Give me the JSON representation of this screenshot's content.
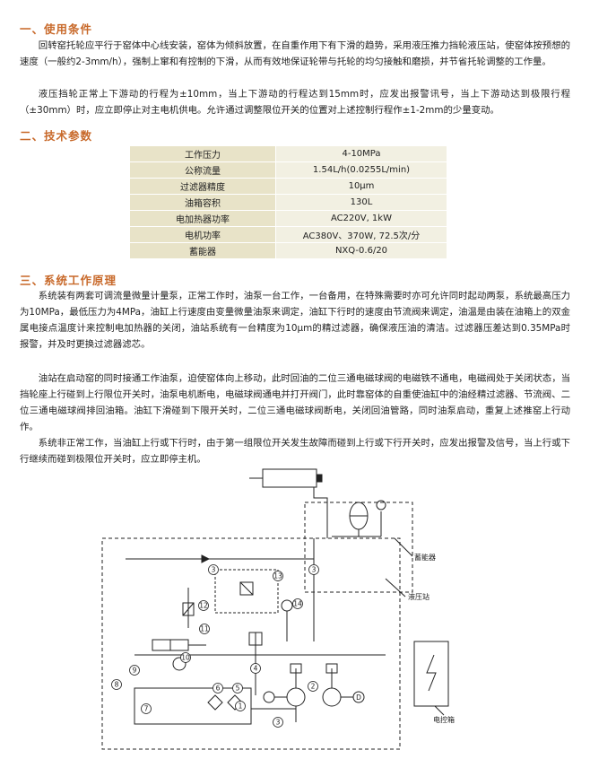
{
  "sections": {
    "s1": {
      "title": "一、使用条件",
      "p1": "回转窑托轮应平行于窑体中心线安装，窑体为倾斜放置，在自重作用下有下滑的趋势，采用液压推力挡轮液压站，使窑体按预想的速度（一般约2-3mm/h），强制上窜和有控制的下滑，从而有效地保证轮带与托轮的均匀接触和磨损，并节省托轮调整的工作量。",
      "p2": "液压挡轮正常上下游动的行程为±10mm，当上下游动的行程达到15mm时，应发出报警讯号，当上下游动达到极限行程（±30mm）时，应立即停止对主电机供电。允许通过调整限位开关的位置对上述控制行程作±1-2mm的少量变动。"
    },
    "s2": {
      "title": "二、技术参数",
      "rows": [
        {
          "k": "工作压力",
          "v": "4-10MPa"
        },
        {
          "k": "公称流量",
          "v": "1.54L/h(0.0255L/min)"
        },
        {
          "k": "过滤器精度",
          "v": "10μm"
        },
        {
          "k": "油箱容积",
          "v": "130L"
        },
        {
          "k": "电加热器功率",
          "v": "AC220V, 1kW"
        },
        {
          "k": "电机功率",
          "v": "AC380V、370W, 72.5次/分"
        },
        {
          "k": "蓄能器",
          "v": "NXQ-0.6/20"
        }
      ]
    },
    "s3": {
      "title": "三、系统工作原理",
      "p1": "系统装有两套可调流量微量计量泵，正常工作时，油泵一台工作，一台备用，在特殊需要时亦可允许同时起动两泵，系统最高压力为10MPa，最低压力为4MPa，油缸上行速度由变量微量油泵来调定，油缸下行时的速度由节流阀来调定，油温是由装在油箱上的双金属电接点温度计来控制电加热器的关闭，油站系统有一台精度为10μm的精过滤器，确保液压油的清洁。过滤器压差达到0.35MPa时报警，并及时更换过滤器滤芯。",
      "p2": "油站在启动窑的同时接通工作油泵，迫使窑体向上移动，此时回油的二位三通电磁球阀的电磁铁不通电，电磁阀处于关闭状态，当挡轮座上行碰到上行限位开关时，油泵电机断电，电磁球阀通电并打开阀门，此时靠窑体的自重使油缸中的油经精过滤器、节流阀、二位三通电磁球阀排回油箱。油缸下滑碰到下限开关时，二位三通电磁球阀断电，关闭回油管路，同时油泵启动，重复上述推窑上行动作。",
      "p3": "系统非正常工作，当油缸上行或下行时，由于第一组限位开关发生故障而碰到上行或下行开关时，应发出报警及信号，当上行或下行继续而碰到极限位开关时，应立即停主机。"
    }
  },
  "diagram": {
    "labels": {
      "accumulator": "蓄能器",
      "station": "液压站",
      "control_box": "电控箱"
    },
    "numbers": [
      "1",
      "2",
      "3",
      "3",
      "3",
      "4",
      "5",
      "6",
      "7",
      "8",
      "9",
      "10",
      "11",
      "12",
      "13",
      "14"
    ],
    "motor_symbol": "D",
    "colors": {
      "line": "#222222",
      "dash": "#333333"
    }
  }
}
